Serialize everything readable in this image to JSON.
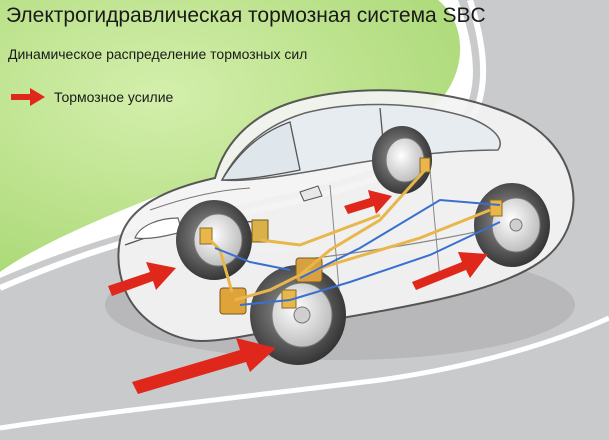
{
  "title": "Электрогидравлическая тормозная система SBC",
  "subtitle": "Динамическое распределение тормозных сил",
  "legend": {
    "label": "Тормозное усилие",
    "arrow_icon": "red-arrow-icon"
  },
  "colors": {
    "background_green": "#b9e187",
    "road": "#c8c9cb",
    "road_edge": "#ffffff",
    "force_arrow": "#e0271b",
    "brake_line_blue": "#3a6fd0",
    "brake_line_yellow": "#e8b64a",
    "car_body": "#f3f3f3",
    "car_outline": "#4a4a4a"
  }
}
